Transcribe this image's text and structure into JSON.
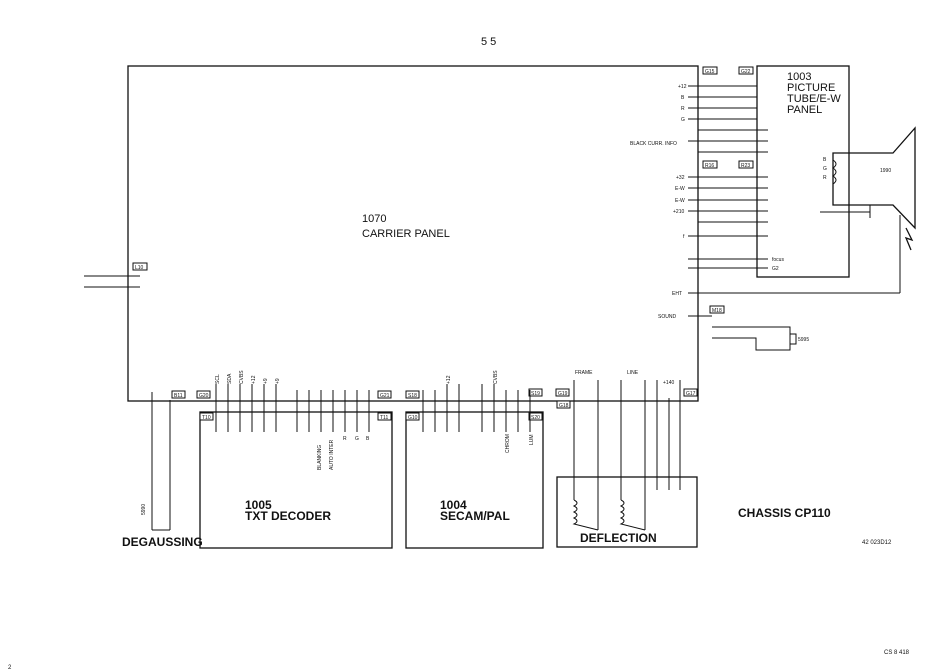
{
  "page": {
    "page_numbers": "5    5",
    "doc_code": "42 023D12",
    "footer_code": "CS 8 418",
    "corner_mark": "2"
  },
  "chassis": {
    "title": "CHASSIS  CP110"
  },
  "carrier_panel": {
    "number": "1070",
    "name": "CARRIER PANEL"
  },
  "picture_tube_panel": {
    "number": "1003",
    "line1": "PICTURE",
    "line2": "TUBE/E-W",
    "line3": "PANEL"
  },
  "txt_decoder": {
    "number": "1005",
    "name": "TXT DECODER"
  },
  "secam_pal": {
    "number": "1004",
    "name": "SECAM/PAL"
  },
  "deflection": {
    "name": "DEFLECTION"
  },
  "degaussing": {
    "name": "DEGAUSSING",
    "coil_ref": "5990"
  },
  "tube": {
    "ref": "1990",
    "guns": [
      "B",
      "G",
      "R"
    ]
  },
  "speaker": {
    "ref": "5995"
  },
  "connectors": {
    "g15": "G15",
    "g22": "G22",
    "r16": "R16",
    "r23": "R23",
    "m18": "M18",
    "l10": "L10",
    "b11": "B11",
    "g20": "G20",
    "g21": "G21",
    "t10": "T10",
    "t11": "T11",
    "s18": "S18",
    "s19": "S19",
    "g10": "G10",
    "s20": "S20",
    "g19": "G19",
    "g18": "G18",
    "g17": "G17"
  },
  "signals": {
    "plus12": "+12",
    "b": "B",
    "r": "R",
    "g": "G",
    "black_curr": "BLACK CURR. INFO",
    "plus32": "+32",
    "ew": "E-W",
    "plus210": "+210",
    "f": "f",
    "focus": "focus",
    "g2": "G2",
    "eht": "EHT",
    "sound": "SOUND",
    "scl": "SCL",
    "sda": "SDA",
    "cvbs": "CVBS",
    "plus9": "+9",
    "blanking": "BLANKING",
    "auto_inter": "AUTO INTER",
    "chrom": "CHROM",
    "lum": "LUM",
    "frame": "FRAME",
    "line": "LINE",
    "plus140": "+140"
  }
}
